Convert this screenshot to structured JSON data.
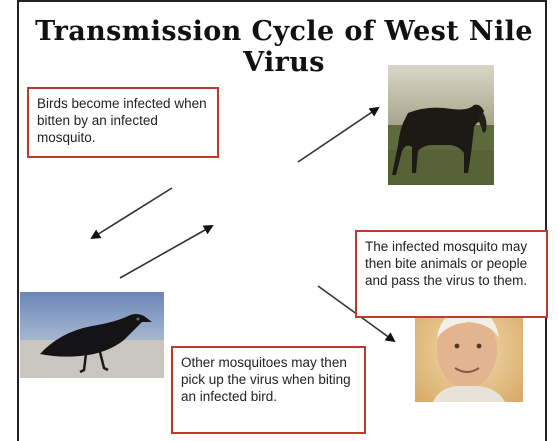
{
  "title": "Transmission Cycle of West Nile Virus",
  "callouts": {
    "birds": "Birds become infected when bitten by an infected mosquito.",
    "mosquito_bites": "The infected mosquito may then bite animals or people and pass the virus to them.",
    "other_mosquitoes": "Other mosquitoes may then pick up the virus when biting an infected bird."
  },
  "colors": {
    "callout_border": "#c0392b",
    "arrow": "#111111"
  },
  "images": {
    "horse": "horse-photo",
    "crow": "crow-photo",
    "person": "elderly-man-photo"
  }
}
